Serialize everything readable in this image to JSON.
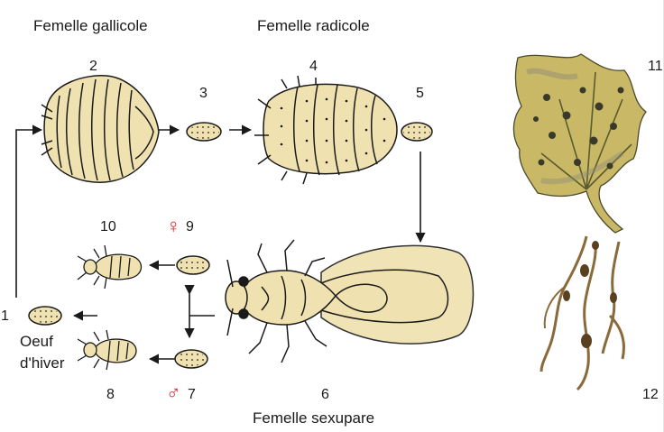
{
  "labels": {
    "gallicole": "Femelle gallicole",
    "radicole": "Femelle radicole",
    "sexupare": "Femelle sexupare",
    "oeuf_line1": "Oeuf",
    "oeuf_line2": "d'hiver"
  },
  "numbers": {
    "n1": "1",
    "n2": "2",
    "n3": "3",
    "n4": "4",
    "n5": "5",
    "n6": "6",
    "n7": "7",
    "n8": "8",
    "n9": "9",
    "n10": "10",
    "n11": "11",
    "n12": "12"
  },
  "symbols": {
    "female": "♀",
    "male": "♂"
  },
  "colors": {
    "body_fill": "#efe2b0",
    "stroke": "#1a1a1a",
    "sex_symbol": "#e0242b",
    "leaf_green": "#b8a45a",
    "root_brown": "#8a6a3a"
  }
}
